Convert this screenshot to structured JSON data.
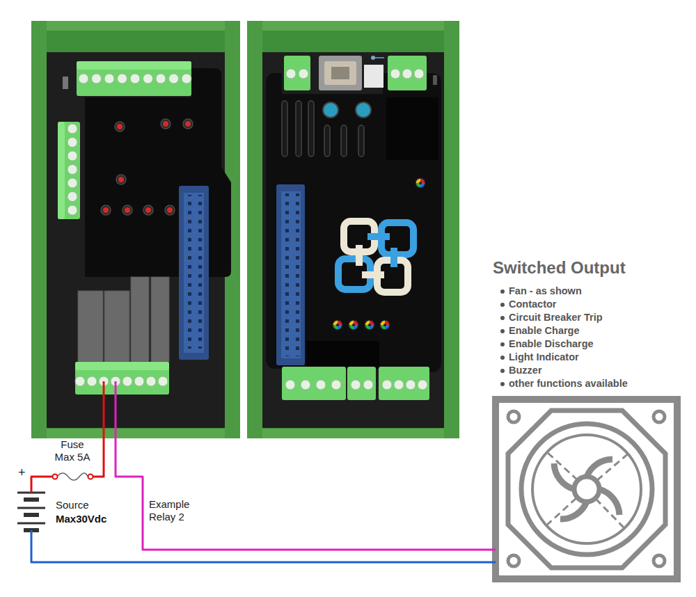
{
  "diagram": {
    "title": "Switched Output",
    "labels": [
      "Fan - as shown",
      "Contactor",
      "Circuit Breaker Trip",
      "Enable Charge",
      "Enable Discharge",
      "Light Indicator",
      "Buzzer",
      "other functions available",
      "Fuse Max 5A",
      "+",
      "Source",
      "Max30Vdc",
      "Example Relay 2"
    ]
  }
}
